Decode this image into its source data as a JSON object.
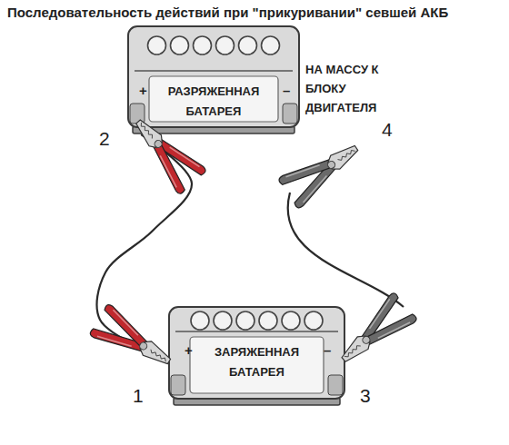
{
  "diagram": {
    "title": "Последовательность действий при \"прикуривании\" севшей АКБ",
    "nodes": [
      {
        "text": [
          "РАЗРЯЖЕННАЯ БАТАРЕЯ"
        ]
      },
      {
        "text": [
          "ЗАРЯЖЕННАЯ БАТАРЕЯ"
        ]
      }
    ],
    "edges": [
      {
        "from": 1,
        "to": 0,
        "arrow": "none"
      }
    ],
    "labels": [
      "НА МАССУ К БЛОКУ ДВИГАТЕЛЯ",
      "1",
      "2",
      "3",
      "4",
      "+",
      "–",
      "+",
      "–"
    ]
  }
}
